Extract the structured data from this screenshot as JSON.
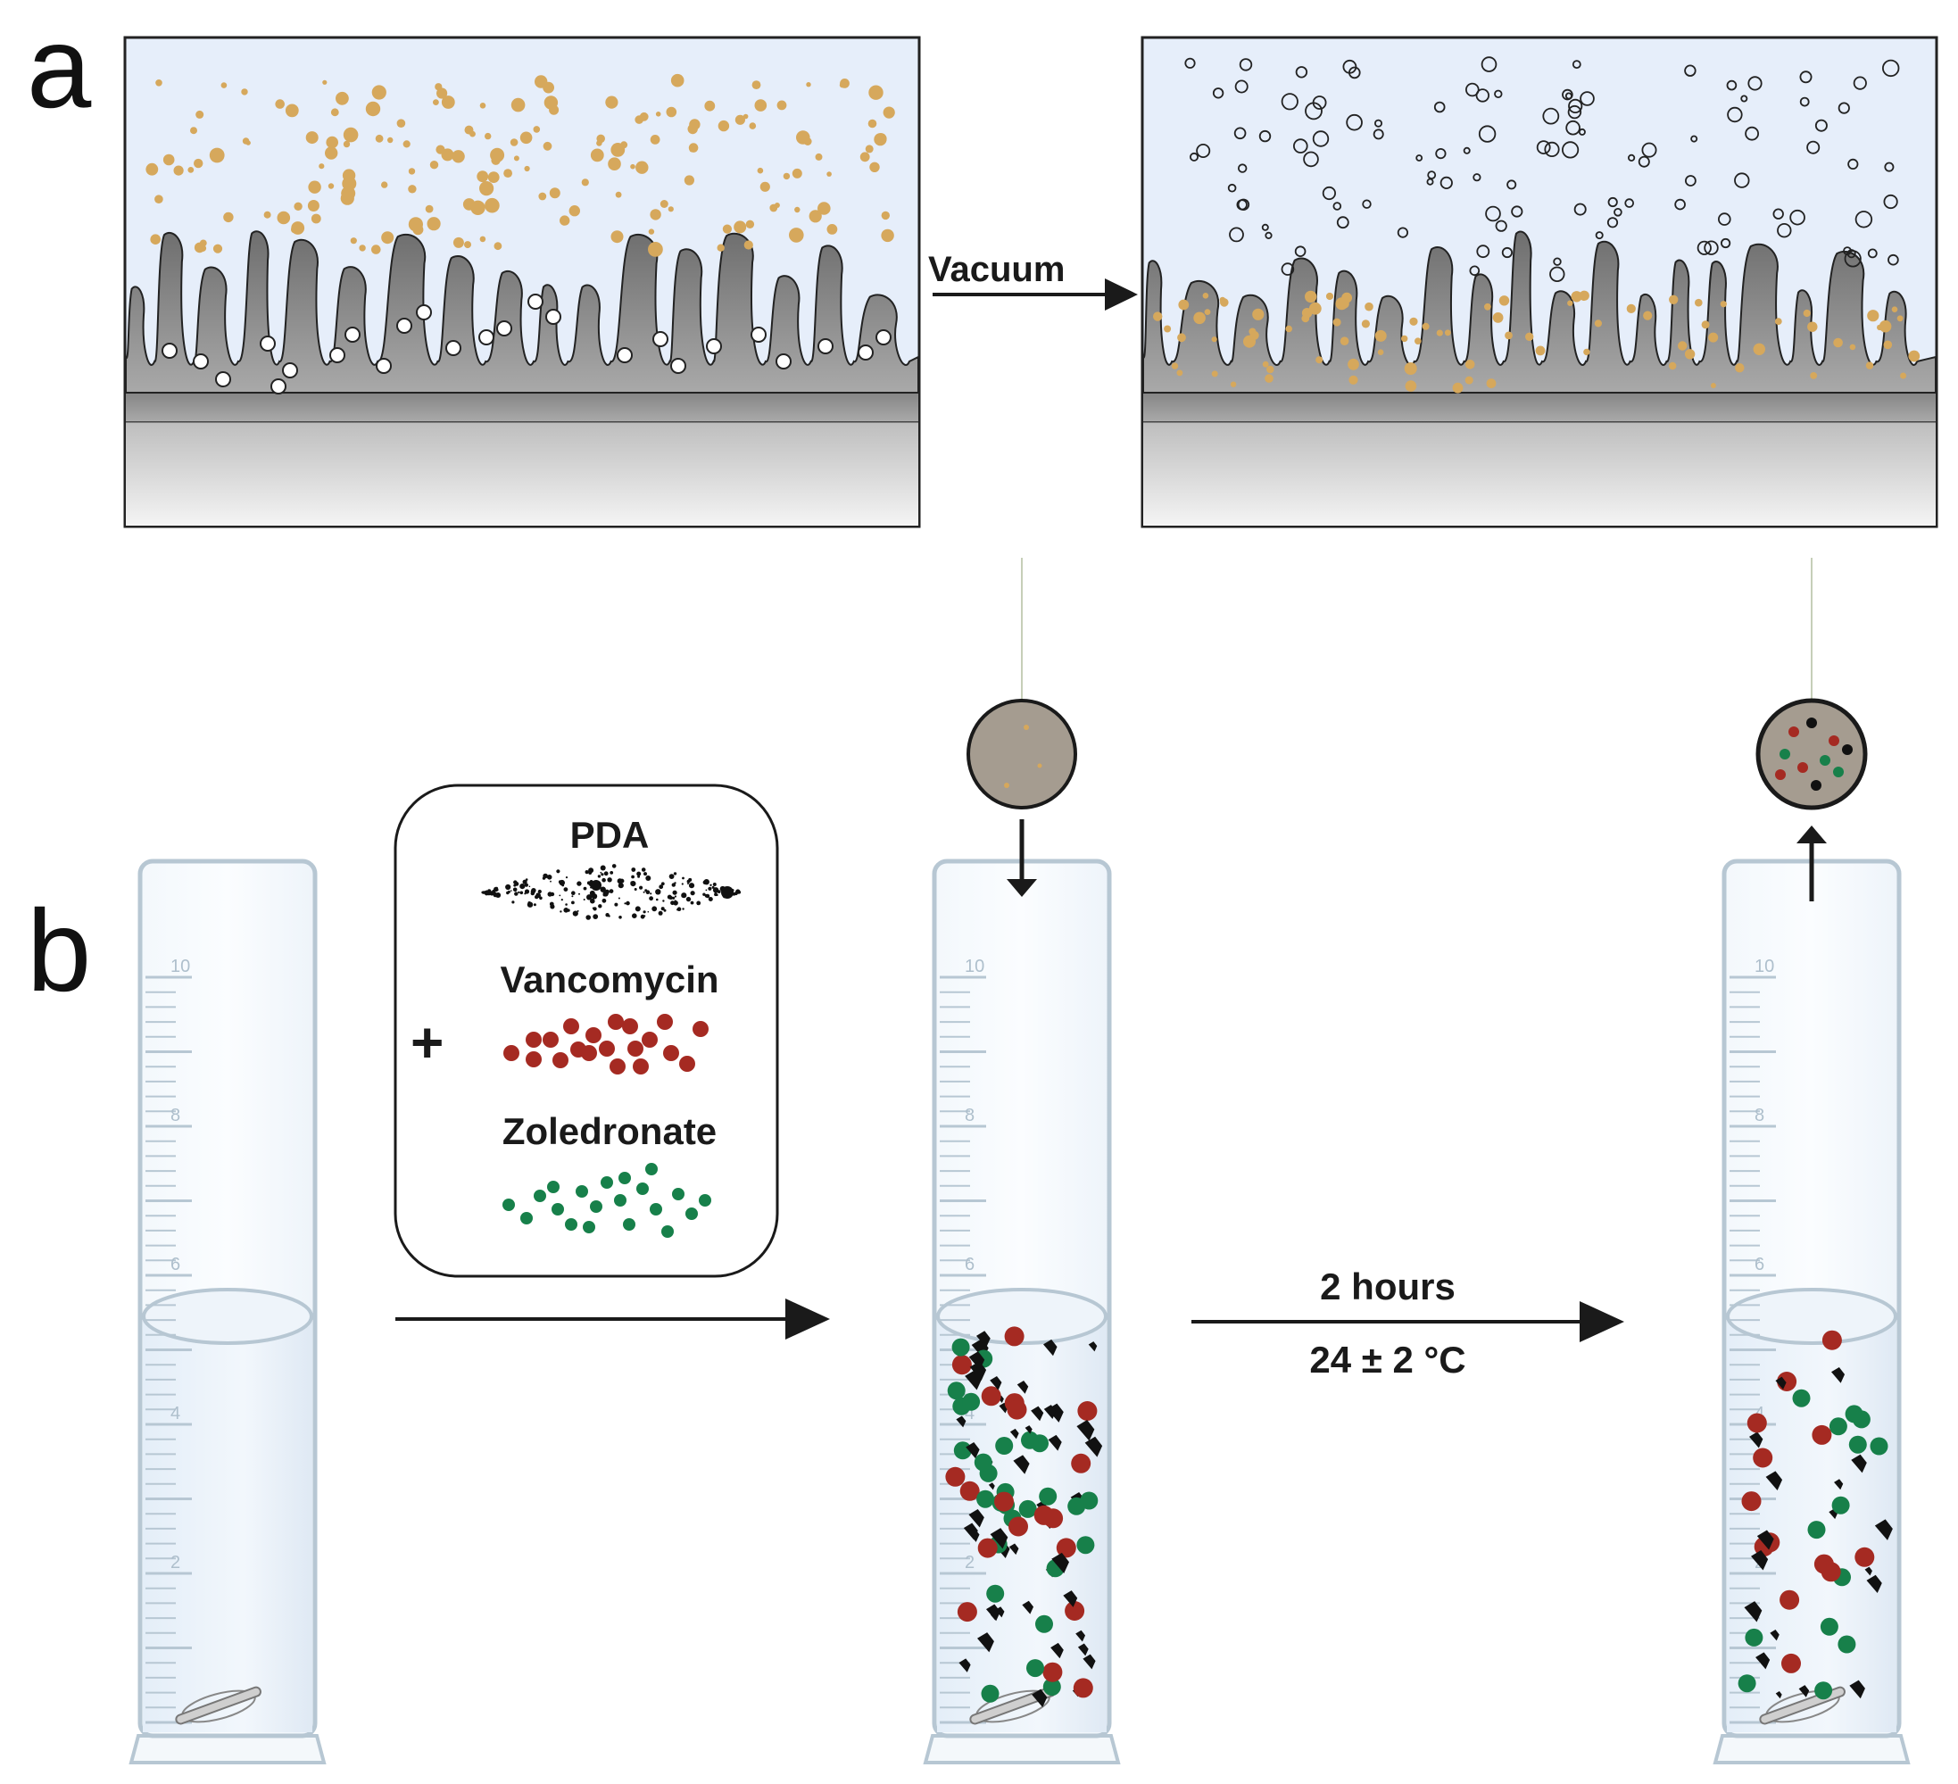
{
  "panels": {
    "a": {
      "letter": "a",
      "arrow_label": "Vacuum"
    },
    "b": {
      "letter": "b",
      "legend_plus": "+",
      "legend_items": [
        {
          "label": "PDA",
          "color": "#111111"
        },
        {
          "label": "Vancomycin",
          "color": "#a52a22"
        },
        {
          "label": "Zoledronate",
          "color": "#17804a"
        }
      ],
      "step_time": "2 hours",
      "step_temp": "24 ± 2 °C"
    }
  },
  "cylinder_ticks": [
    "10",
    "8",
    "6",
    "4",
    "2"
  ],
  "colors": {
    "sky": "#e6eefa",
    "surface": "#8a8a8a",
    "drug_particle": "#d6a85c",
    "glass": "#b7c7d3"
  }
}
